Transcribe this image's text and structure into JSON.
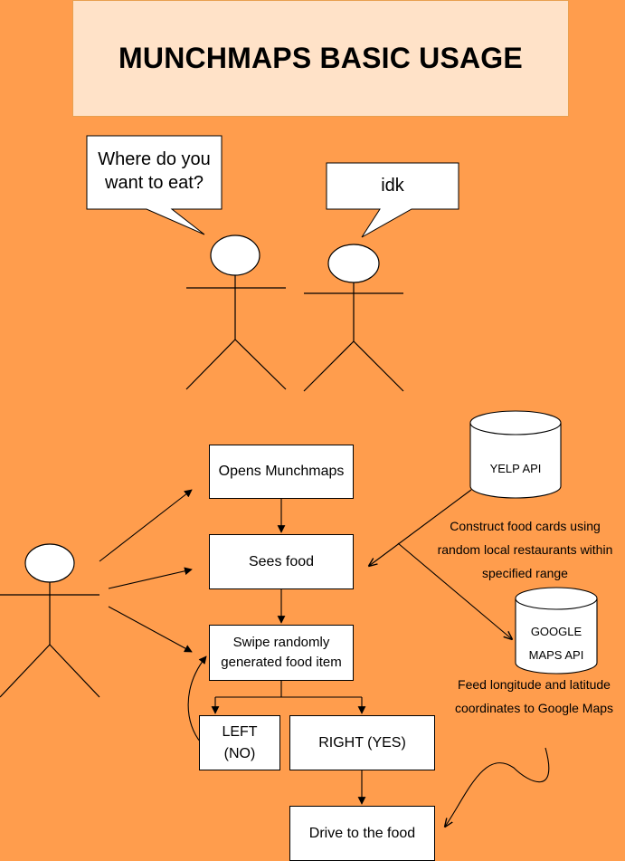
{
  "title": "MUNCHMAPS BASIC USAGE",
  "bubbles": {
    "left": "Where do you want to eat?",
    "right": "idk"
  },
  "flow": {
    "opens": "Opens Munchmaps",
    "sees": "Sees food",
    "swipe": "Swipe randomly generated food item",
    "left": "LEFT (NO)",
    "right": "RIGHT (YES)",
    "drive": "Drive to the food"
  },
  "apis": {
    "yelp": "YELP API",
    "google": "GOOGLE MAPS API"
  },
  "notes": {
    "yelp": "Construct food cards using random local restaurants within specified range",
    "google": "Feed longitude and latitude coordinates to Google Maps"
  }
}
